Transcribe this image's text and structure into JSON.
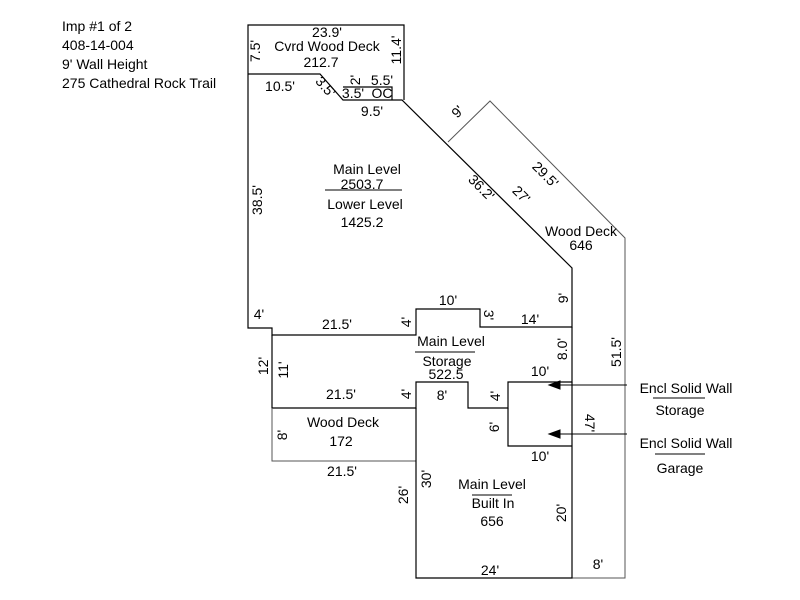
{
  "header": {
    "line1": "Imp #1 of 2",
    "line2": "408-14-004",
    "line3": "9' Wall Height",
    "line4": "275 Cathedral Rock Trail"
  },
  "areas": {
    "main_level": "Main Level",
    "main_level_area": "2503.7",
    "lower_level": "Lower Level",
    "lower_level_area": "1425.2",
    "covered_deck": "Cvrd Wood Deck",
    "covered_deck_area": "212.7",
    "oc": "OC",
    "wood_deck_right": "Wood Deck",
    "wood_deck_right_area": "646",
    "main_level_storage": "Main Level",
    "storage": "Storage",
    "storage_area": "522.5",
    "wood_deck_left": "Wood Deck",
    "wood_deck_left_area": "172",
    "main_level_built_in": "Main Level",
    "built_in": "Built In",
    "built_in_area": "656"
  },
  "callouts": {
    "encl_storage_line1": "Encl Solid Wall",
    "encl_storage_line2": "Storage",
    "encl_garage_line1": "Encl Solid Wall",
    "encl_garage_line2": "Garage"
  },
  "dimensions": {
    "d_23_9": "23.9'",
    "d_7_5": "7.5'",
    "d_11_4": "11.4'",
    "d_10_5": "10.5'",
    "d_3_5_diag": "3.5'",
    "d_2": "2'",
    "d_5_5": "5.5'",
    "d_3_5": "3.5'",
    "d_9_5": "9.5'",
    "d_9": "9'",
    "d_29_5": "29.5'",
    "d_36_2": "36.2'",
    "d_27": "27'",
    "d_38_5": "38.5'",
    "d_51_5": "51.5'",
    "d_10_top": "10'",
    "d_9_right": "9'",
    "d_4_left": "4'",
    "d_21_5_a": "21.5'",
    "d_4_mid": "4'",
    "d_3": "3'",
    "d_14": "14'",
    "d_8_0": "8.0'",
    "d_12": "12'",
    "d_11": "11'",
    "d_21_5_b": "21.5'",
    "d_4_b": "4'",
    "d_8_b": "8'",
    "d_4_c": "4'",
    "d_10_c": "10'",
    "d_6": "6'",
    "d_47": "47'",
    "d_8_c": "8'",
    "d_10_d": "10'",
    "d_21_5_c": "21.5'",
    "d_26": "26'",
    "d_30": "30'",
    "d_20": "20'",
    "d_24": "24'",
    "d_8_d": "8'"
  }
}
